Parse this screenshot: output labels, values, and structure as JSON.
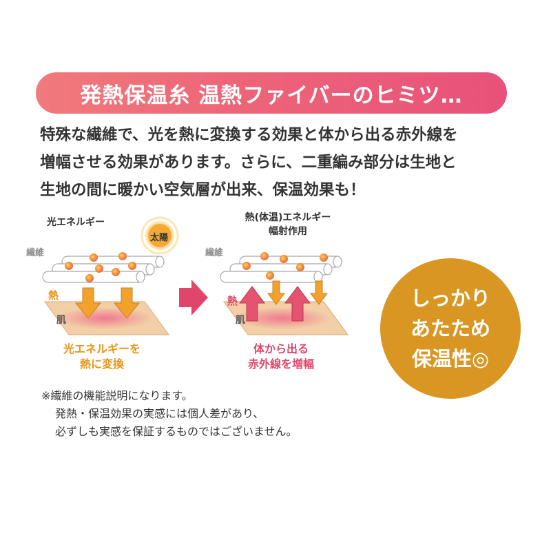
{
  "header": {
    "title": "発熱保温糸 温熱ファイバーのヒミツ…"
  },
  "intro": {
    "lines": [
      "特殊な繊維で、光を熱に変換する効果と体から出る赤外線を",
      "増幅させる効果があります。さらに、二重編み部分は生地と",
      "生地の間に暖かい空気層が出来、保温効果も！"
    ]
  },
  "diagram_left": {
    "top_label": "光エネルギー",
    "sun_label": "太陽",
    "fiber_label": "繊維",
    "heat_label": "熱",
    "skin_label": "肌",
    "caption": [
      "光エネルギーを",
      "熱に変換"
    ]
  },
  "diagram_right": {
    "top_label": [
      "熱(体温)エネルギー",
      "幅射作用"
    ],
    "fiber_label": "繊維",
    "heat_label": "熱",
    "skin_label": "肌",
    "caption": [
      "体から出る",
      "赤外線を増幅"
    ]
  },
  "badge": {
    "lines": [
      "しっかり",
      "あたため",
      "保温性◎"
    ]
  },
  "notes": [
    "※繊維の機能説明になります。",
    "発熱・保温効果の実感には個人差があり、",
    "必ずしも実感を保証するものではございません。"
  ],
  "colors": {
    "banner": "#ec6478",
    "badge": "#d99622",
    "orange_text": "#e8951a",
    "pink_text": "#e2456a",
    "gray_label": "#8c8c8c",
    "skin_board": "#f2cfa6"
  }
}
